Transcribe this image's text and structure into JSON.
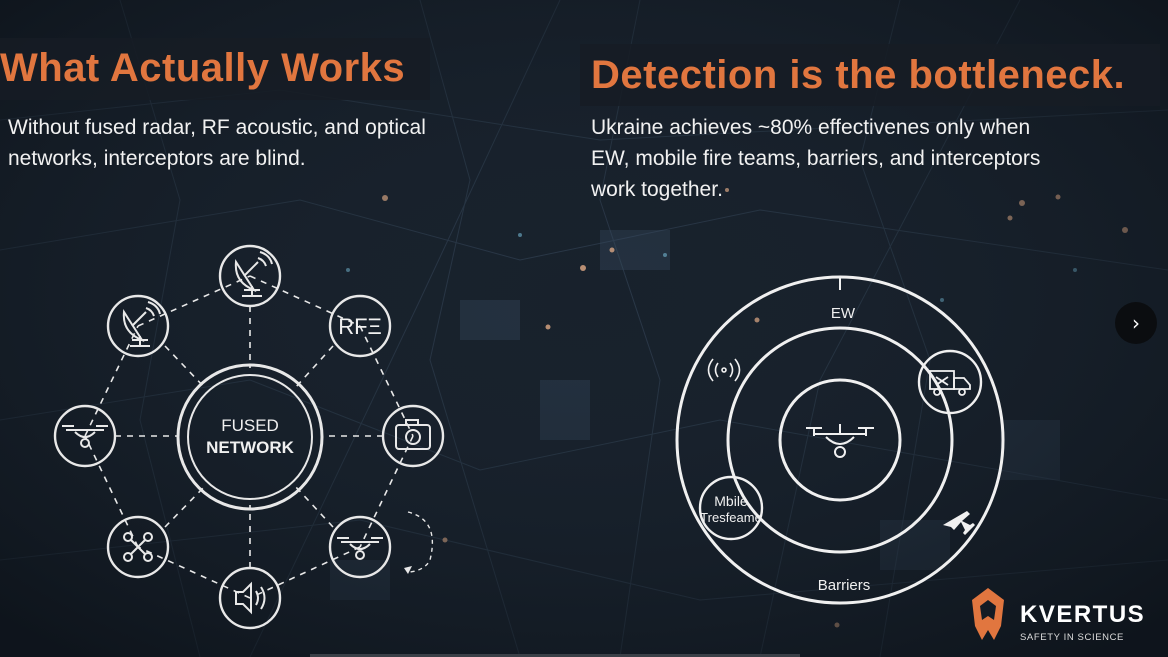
{
  "left": {
    "title": "What Actually Works",
    "subtitle_line1": "Without fused radar, RF acoustic, and optical",
    "subtitle_line2": "networks, interceptors are blind.",
    "hub_line1": "FUSED",
    "hub_line2": "NETWORK",
    "nodes": {
      "rf_label": "RFΞ",
      "icons": [
        "radar-dish-icon",
        "rf-sensor",
        "camera-icon",
        "drone-icon",
        "speaker-icon",
        "quadcopter-icon",
        "drone-icon",
        "radar-dish-icon"
      ]
    }
  },
  "right": {
    "title": "Detection is the bottleneck.",
    "subtitle_line1": "Ukraine achieves ~80% effectivenes only when",
    "subtitle_line2": "EW, mobile fire teams, barriers, and interceptors",
    "subtitle_line3": "work together.",
    "rings": {
      "ew_label": "EW",
      "mobile_line1": "Mbile",
      "mobile_line2": "Tresfeame",
      "barriers_label": "Barriers"
    }
  },
  "navigation": {
    "next_label": "›"
  },
  "brand": {
    "name": "KVERTUS",
    "tagline": "SAFETY IN SCIENCE",
    "color": "#e1763f"
  },
  "colors": {
    "accent": "#e1763f",
    "background": "#141b24",
    "line": "#e8e8e8"
  }
}
